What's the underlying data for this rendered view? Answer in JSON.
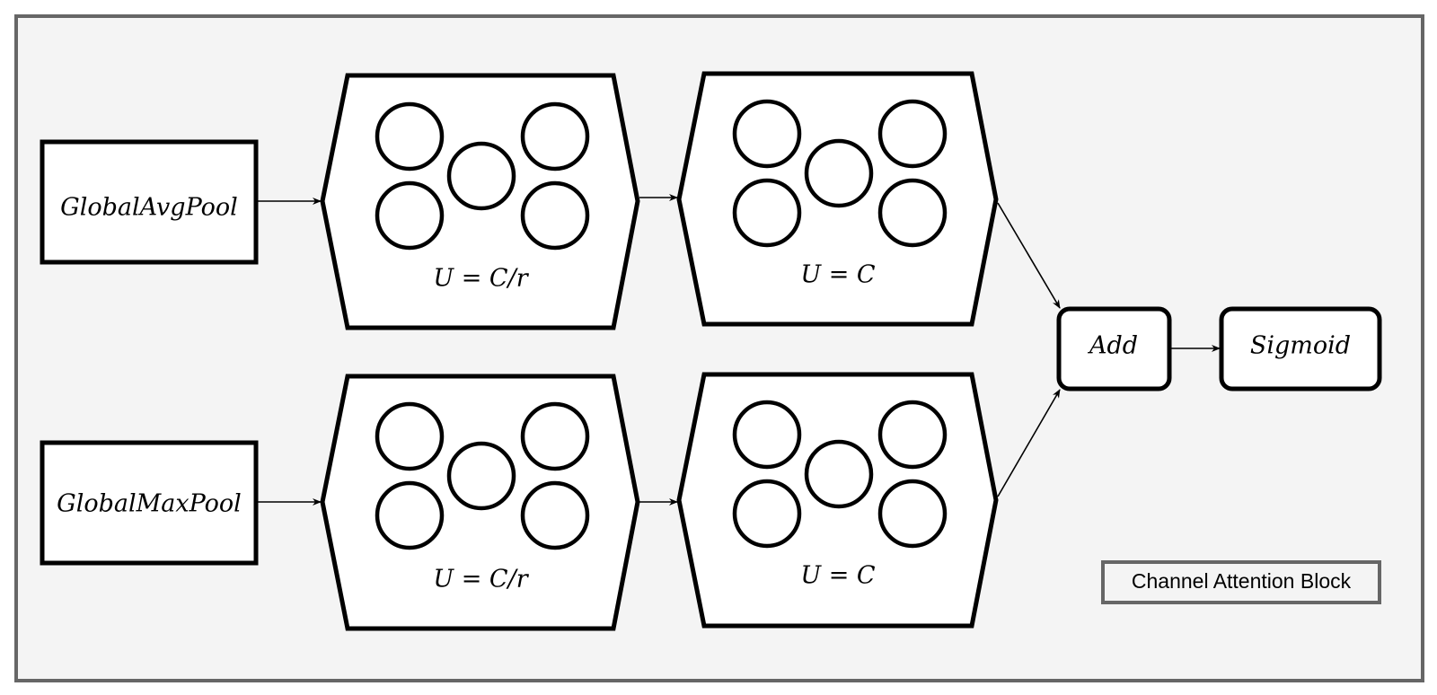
{
  "diagram": {
    "colors": {
      "frame_border": "#666666",
      "frame_fill": "#f4f4f4",
      "shape_stroke": "#000000",
      "shape_fill": "#ffffff"
    },
    "pool_boxes": {
      "avg": "GlobalAvgPool",
      "max": "GlobalMaxPool"
    },
    "dense_layers": {
      "top_first": "U = C/r",
      "top_second": "U = C",
      "bottom_first": "U = C/r",
      "bottom_second": "U = C"
    },
    "operations": {
      "add": "Add",
      "sigmoid": "Sigmoid"
    },
    "legend": "Channel Attention Block"
  }
}
